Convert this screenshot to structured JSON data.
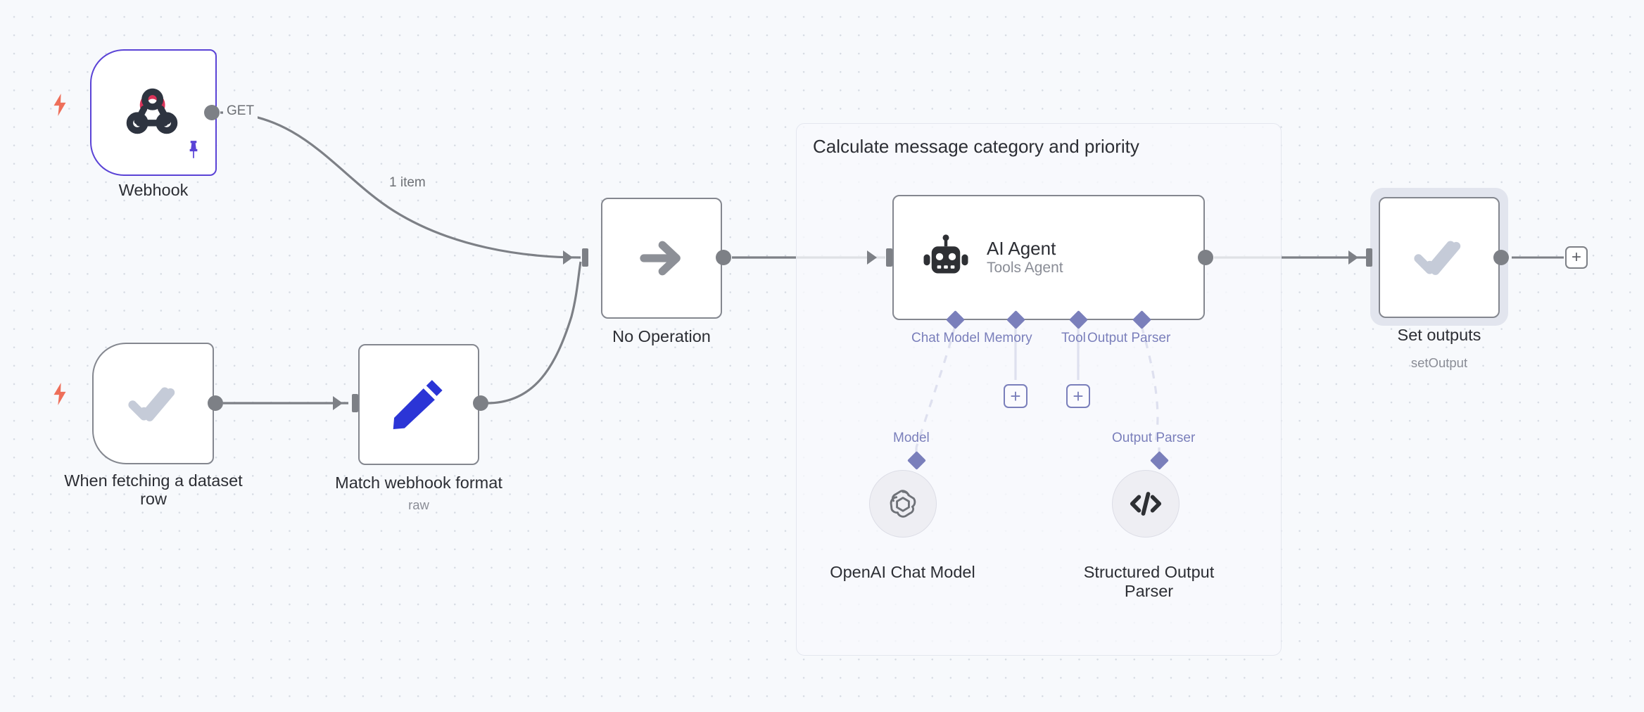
{
  "canvas": {
    "background_color": "#f7f9fc",
    "grid": "dot-grid"
  },
  "colors": {
    "trigger_bolt": "#ee6f5a",
    "webhook_border": "#5a43d6",
    "pin": "#5a43d6",
    "sub_connector": "#7a7fbb",
    "node_border": "#84878f",
    "edge": "#7d8086",
    "set_node_icon": "#c5cbd8",
    "edit_node_icon": "#2b35d6",
    "webhook_icon_red": "#da3359",
    "webhook_icon_dark": "#2e3440"
  },
  "nodes": [
    {
      "id": "webhook",
      "label": "Webhook",
      "sublabel": "",
      "icon": "webhook-icon",
      "output_port_label": "GET",
      "has_trigger_bolt": true,
      "has_pin": true,
      "selected": false
    },
    {
      "id": "when-fetching-dataset-row",
      "label": "When fetching a dataset\nrow",
      "sublabel": "",
      "icon": "double-check-icon",
      "output_port_label": "",
      "has_trigger_bolt": true,
      "has_pin": false,
      "selected": false
    },
    {
      "id": "match-webhook-format",
      "label": "Match webhook format",
      "sublabel": "raw",
      "icon": "pencil-edit-icon",
      "output_port_label": "",
      "has_trigger_bolt": false,
      "has_pin": false,
      "selected": false
    },
    {
      "id": "no-operation",
      "label": "No Operation",
      "sublabel": "",
      "icon": "arrow-right-icon",
      "output_port_label": "",
      "has_trigger_bolt": false,
      "has_pin": false,
      "selected": false
    },
    {
      "id": "set-outputs",
      "label": "Set outputs",
      "sublabel": "setOutput",
      "icon": "double-check-icon",
      "output_port_label": "",
      "has_trigger_bolt": false,
      "has_pin": false,
      "selected": true
    }
  ],
  "group": {
    "title": "Calculate message category and priority"
  },
  "agent": {
    "title": "AI Agent",
    "subtitle": "Tools Agent",
    "icon": "robot-icon",
    "connectors": [
      {
        "id": "chat-model",
        "label": "Chat Model",
        "has_plus": false
      },
      {
        "id": "memory",
        "label": "Memory",
        "has_plus": true,
        "plus_label": "+"
      },
      {
        "id": "tool",
        "label": "Tool",
        "has_plus": true,
        "plus_label": "+"
      },
      {
        "id": "output-parser",
        "label": "Output Parser",
        "has_plus": false
      }
    ]
  },
  "subnodes": [
    {
      "id": "openai-chat-model",
      "connector_label": "Model",
      "label": "OpenAI Chat Model",
      "icon": "openai-icon"
    },
    {
      "id": "structured-output-parser",
      "connector_label": "Output Parser",
      "label": "Structured Output\nParser",
      "icon": "code-brackets-icon"
    }
  ],
  "edges": [
    {
      "id": "webhook-to-noop",
      "label": "1 item"
    },
    {
      "id": "dataset-to-match",
      "label": ""
    },
    {
      "id": "match-to-noop",
      "label": ""
    },
    {
      "id": "noop-to-agent",
      "label": ""
    },
    {
      "id": "agent-to-setoutputs",
      "label": ""
    }
  ],
  "add_node_button": {
    "label": "+"
  }
}
